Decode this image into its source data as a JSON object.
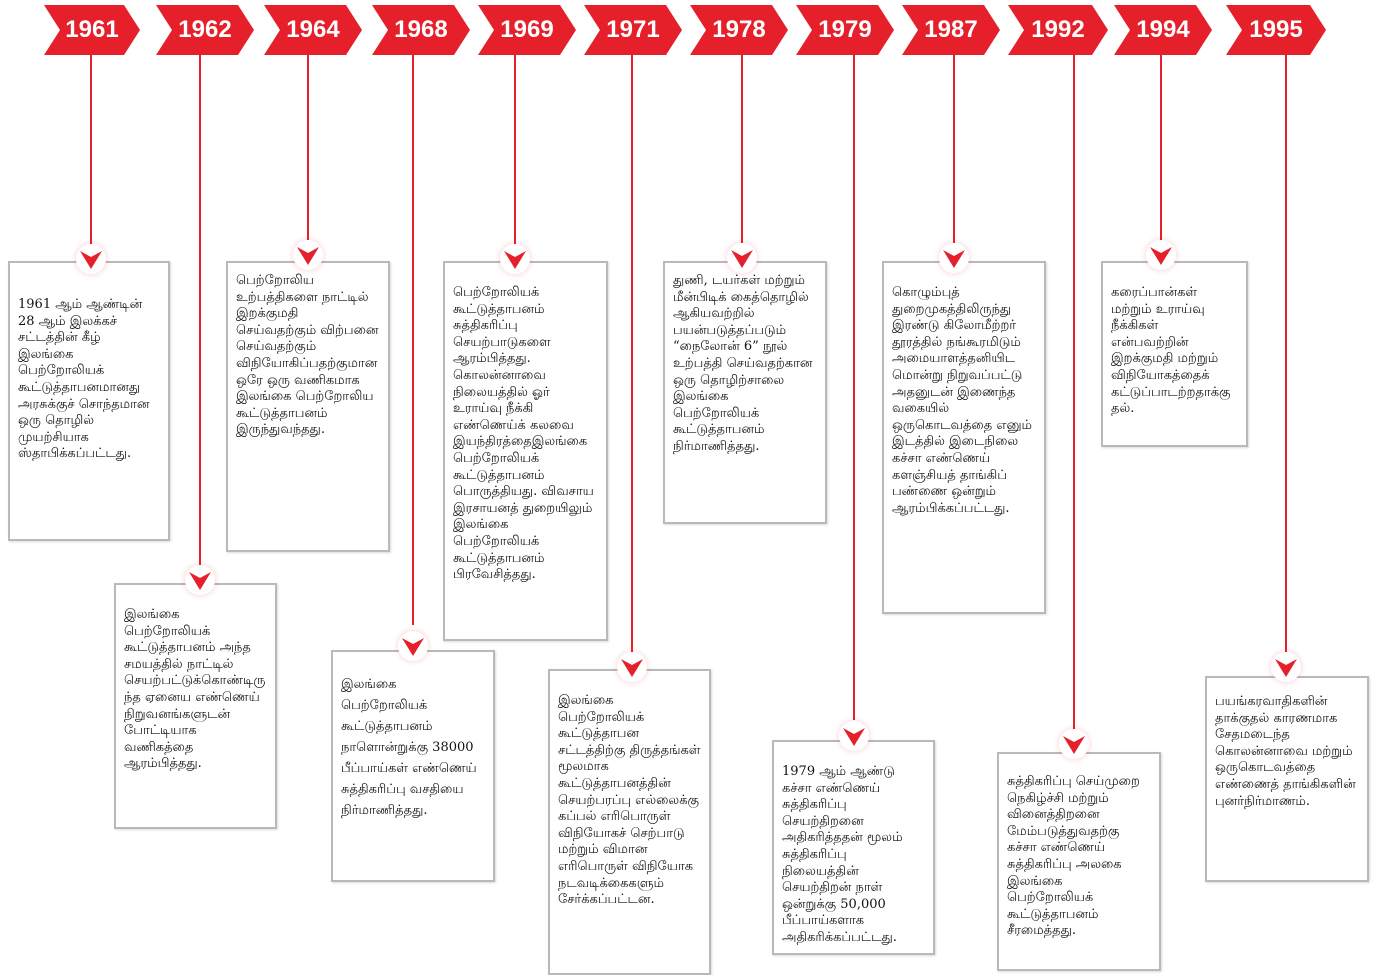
{
  "colors": {
    "accent": "#e5202a",
    "card_border": "#b9b9b9"
  },
  "timeline": [
    {
      "year": "1961",
      "text": "1961 ஆம் ஆண்டின் 28 ஆம் இலக்கச் சட்டத்தின் கீழ் இலங்கை பெற்றோலியக் கூட்டுத்தாபனமானது அரசுக்குச் சொந்தமான ஒரு தொழில் முயற்சியாக ஸ்தாபிக்கப்பட்டது."
    },
    {
      "year": "1962",
      "text": "இலங்கை பெற்றோலியக் கூட்டுத்தாபனம் அந்த சமயத்தில் நாட்டில் செயற்பட்டுக்கொண்டிருந்த ஏனைய எண்ணெய் நிறுவனங்களுடன் போட்டியாக வணிகத்தை ஆரம்பித்தது."
    },
    {
      "year": "1964",
      "text": "பெற்றோலிய உற்பத்திகளை நாட்டில் இறக்குமதி செய்வதற்கும் விற்பனை செய்வதற்கும் விநியோகிப்பதற்குமான ஒரே ஒரு வணிகமாக இலங்கை பெற்றோலிய கூட்டுத்தாபனம் இருந்துவந்தது."
    },
    {
      "year": "1968",
      "text": "இலங்கை பெற்றோலியக் கூட்டுத்தாபனம் நாளொன்றுக்கு 38000 பீப்பாய்கள் எண்ணெய் சுத்திகரிப்பு வசதியை நிர்மாணித்தது."
    },
    {
      "year": "1969",
      "text": "பெற்றோலியக் கூட்டுத்தாபனம் சுத்திகரிப்பு செயற்பாடுகளை ஆரம்பித்தது. கொலன்னாவை நிலையத்தில் ஓர் உராய்வு நீக்கி எண்ணெய்க் கலவை இயந்திரத்தைஇலங்கை பெற்றோலியக் கூட்டுத்தாபனம் பொருத்தியது. விவசாய இரசாயனத் துறையிலும் இலங்கை பெற்றோலியக் கூட்டுத்தாபனம் பிரவேசித்தது."
    },
    {
      "year": "1971",
      "text": "இலங்கை பெற்றோலியக் கூட்டுத்தாபன சட்டத்திற்கு திருத்தங்கள் மூலமாக கூட்டுத்தாபனத்தின் செயற்பரப்பு எல்லைக்கு கப்பல் எரிபொருள் விநியோகச் செற்பாடு மற்றும் விமான எரிபொருள் விநியோக நடவடிக்கைகளும் சேர்க்கப்பட்டன."
    },
    {
      "year": "1978",
      "text": "துணி, டயர்கள் மற்றும் மீன்பிடிக் கைத்தொழில் ஆகியவற்றில் பயன்படுத்தப்படும் “நைலோன் 6” நூல் உற்பத்தி செய்வதற்கான ஒரு தொழிற்சாலை இலங்கை பெற்றோலியக் கூட்டுத்தாபனம் நிர்மாணித்தது."
    },
    {
      "year": "1979",
      "text": "1979 ஆம் ஆண்டு கச்சா எண்ணெய் சுத்திகரிப்பு செயற்திறனை அதிகரித்ததன் மூலம் சுத்திகரிப்பு நிலையத்தின் செயற்திறன் நாள் ஒன்றுக்கு 50,000 பீப்பாய்களாக அதிகரிக்கப்பட்டது."
    },
    {
      "year": "1987",
      "text": "கொழும்புத் துறைமுகத்திலிருந்து இரண்டு கிலோமீற்றர் தூரத்தில் நங்கூரமிடும் அமையாளத்தனியிடமொன்று நிறுவப்பட்டு அதனுடன் இணைந்த வகையில் ஒருகொடவத்தை எனும் இடத்தில் இடைநிலை கச்சா எண்ணெய் களஞ்சியத் தாங்கிப் பண்ணை ஒன்றும் ஆரம்பிக்கப்பட்டது."
    },
    {
      "year": "1992",
      "text": "சுத்திகரிப்பு செய்முறை நெகிழ்ச்சி மற்றும் வினைத்திறனை மேம்படுத்துவதற்கு கச்சா எண்ணெய் சுத்திகரிப்பு அலகை இலங்கை பெற்றோலியக் கூட்டுத்தாபனம் சீரமைத்தது."
    },
    {
      "year": "1994",
      "text": "கரைப்பான்கள் மற்றும் உராய்வு நீக்கிகள் என்பவற்றின் இறக்குமதி மற்றும் விநியோகத்தைக் கட்டுப்பாடற்றதாக்குதல்."
    },
    {
      "year": "1995",
      "text": "பயங்கரவாதிகளின் தாக்குதல் காரணமாக சேதமடைந்த கொலன்னாவை மற்றும் ஒருகொடவத்தை எண்ணைத் தாங்கிகளின் புனர்நிர்மாணம்."
    }
  ]
}
